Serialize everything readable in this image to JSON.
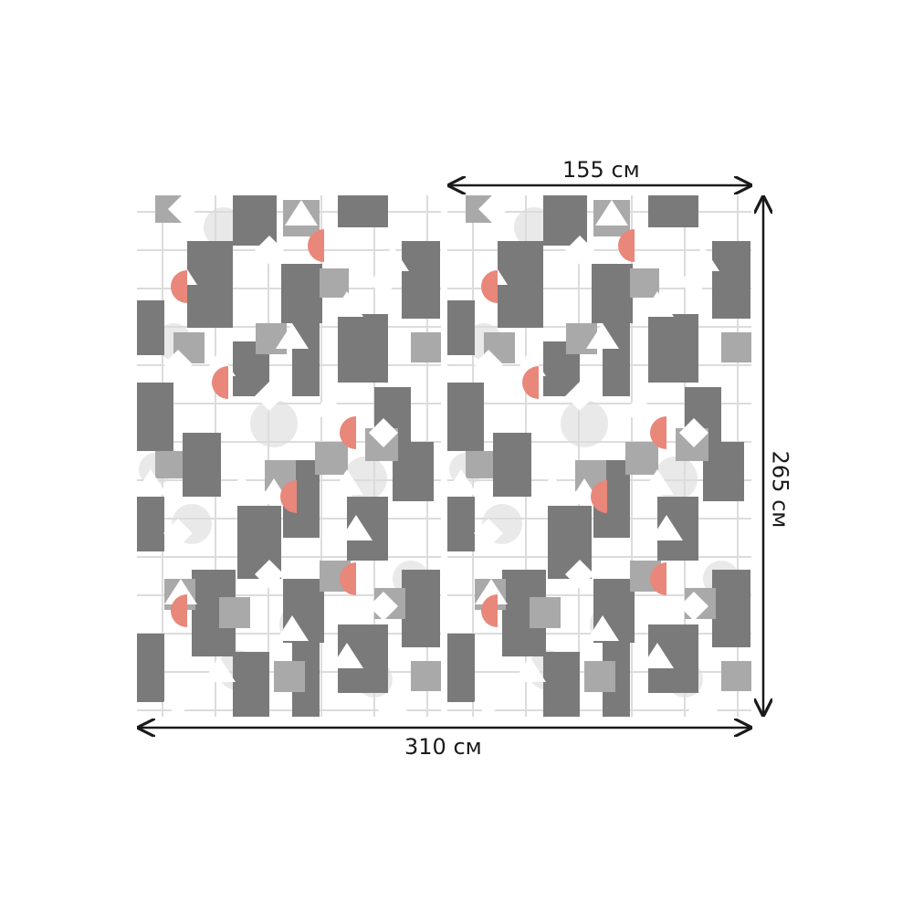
{
  "dimensions": {
    "panel_width": "155 см",
    "total_width": "310 см",
    "height": "265 см"
  },
  "palette": {
    "background": "#ffffff",
    "grid_line": "#dcdcdc",
    "light_circle": "#e9e9e9",
    "dark_gray": "#7a7a7a",
    "mid_gray": "#a9a9a9",
    "white_shape": "#ffffff",
    "salmon": "#e8877a",
    "dimension_line": "#1a1a1a"
  },
  "panels": {
    "count": 2
  }
}
